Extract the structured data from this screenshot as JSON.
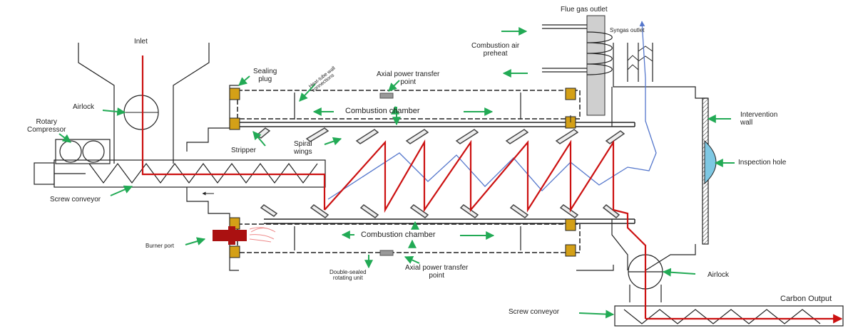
{
  "labels": {
    "inlet": "Inlet",
    "airlock_left": "Airlock",
    "rotary_compressor": "Rotary\nCompressor",
    "screw_conveyor_left": "Screw conveyor",
    "sealing_plug": "Sealing\nplug",
    "heat_tube_wall_connections": "Heat-tube wall\nconnections",
    "axial_transfer_top": "Axial power transfer\npoint",
    "combustion_chamber_top": "Combustion chamber",
    "stripper": "Stripper",
    "spiral_wings": "Spiral\nwings",
    "combustion_chamber_bottom": "Combustion chamber",
    "burner_port": "Burner port",
    "double_sealed_rotating_unit": "Double-sealed\nrotating unit",
    "axial_transfer_bottom": "Axial power transfer\npoint",
    "flue_gas_outlet": "Flue gas outlet",
    "syngas_outlet": "Syngas outlet",
    "combustion_air_preheat": "Combustion air\npreheat",
    "intervention_wall": "Intervention\nwall",
    "inspection_hole": "Inspection hole",
    "airlock_right": "Airlock",
    "screw_conveyor_right": "Screw conveyor",
    "carbon_output": "Carbon Output"
  },
  "colors": {
    "material_flow": "#cc1111",
    "gas_flow": "#5577cc",
    "arrow": "#22aa55",
    "seal": "#d4a017",
    "burner": "#aa1111",
    "inspection_window": "#7ec8e3",
    "structure": "#222222"
  }
}
